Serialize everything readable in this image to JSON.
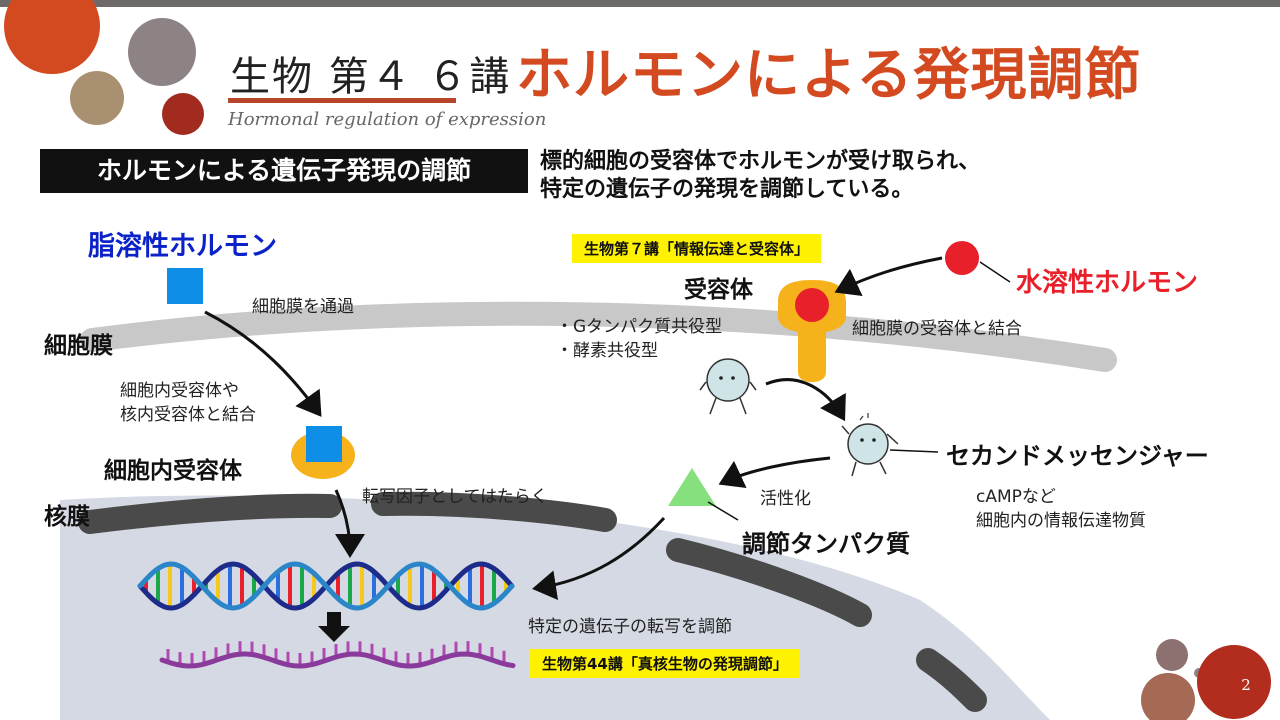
{
  "header": {
    "title_main": "生物 第４ ６講",
    "title_accent": "ホルモンによる発現調節",
    "subtitle_en": "Hormonal regulation of expression"
  },
  "section": {
    "label": "ホルモンによる遺伝子発現の調節",
    "description": [
      "標的細胞の受容体でホルモンが受け取られ、",
      "特定の遺伝子の発現を調節している。"
    ]
  },
  "diagram": {
    "lipid_hormone": "脂溶性ホルモン",
    "membrane_pass": "細胞膜を通過",
    "cell_membrane": "細胞膜",
    "bind_intracellular": [
      "細胞内受容体や",
      "核内受容体と結合"
    ],
    "intracellular_receptor": "細胞内受容体",
    "nuclear_membrane": "核膜",
    "transcription_factor": "転写因子としてはたらく",
    "note_lecture7": "生物第７講「情報伝達と受容体」",
    "receptor": "受容体",
    "water_hormone": "水溶性ホルモン",
    "receptor_types": [
      "・Gタンパク質共役型",
      "・酵素共役型"
    ],
    "bind_membrane_receptor": "細胞膜の受容体と結合",
    "second_messenger": "セカンドメッセンジャー",
    "second_messenger_desc": [
      "cAMPなど",
      "細胞内の情報伝達物質"
    ],
    "activation": "活性化",
    "regulatory_protein": "調節タンパク質",
    "regulate_transcription": "特定の遺伝子の転写を調節",
    "note_lecture44": "生物第44講「真核生物の発現調節」"
  },
  "page_number": "2",
  "colors": {
    "accent": "#d44a20",
    "lipid_blue": "#0a22c8",
    "water_red": "#e8202a",
    "note_yellow": "#fff200",
    "membrane_gray": "#c8c8c8",
    "nucleus_fill": "#d5d9e3"
  }
}
